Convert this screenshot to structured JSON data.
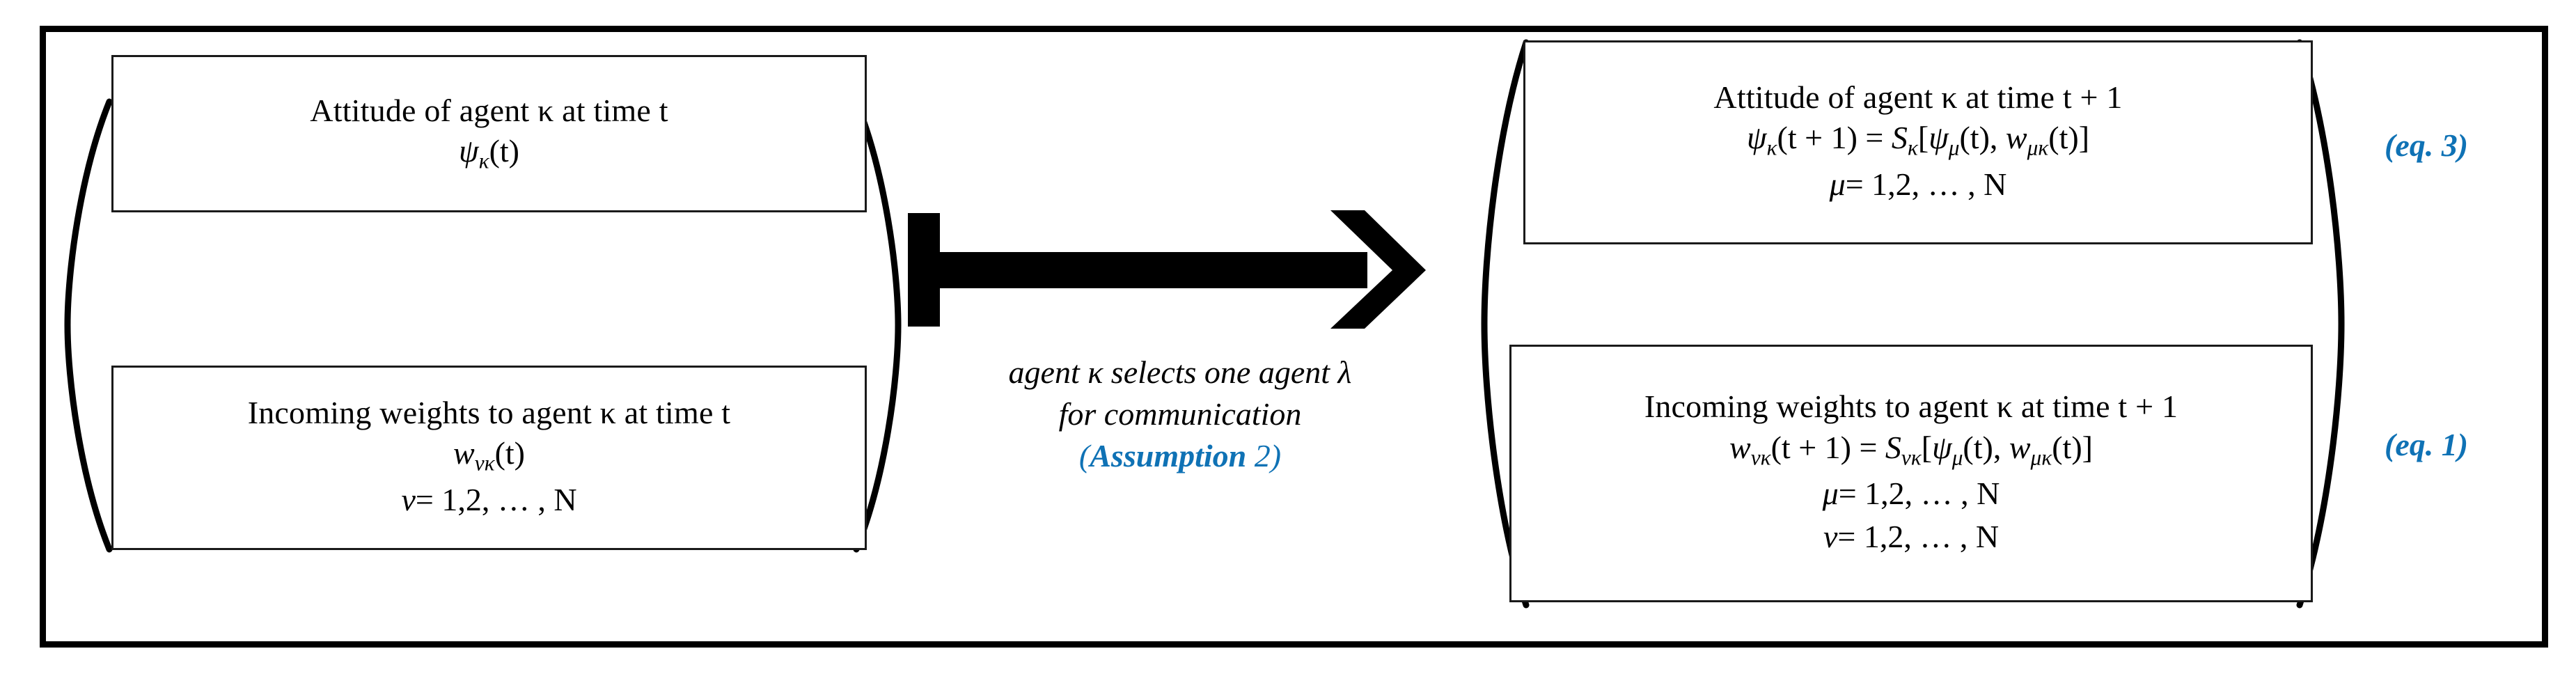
{
  "figure": {
    "type": "state-transition-diagram",
    "accent_color": "#0f72b5",
    "frame_color": "#000000",
    "box_border_color": "#1a1a1a"
  },
  "left_group": {
    "label": "state-at-time-t",
    "attitude_box": {
      "title": "Attitude of agent κ at time t",
      "symbol_psi": "ψ",
      "symbol_psi_sub": "κ",
      "symbol_psi_arg": "(t)"
    },
    "weights_box": {
      "title": "Incoming weights to agent κ at time t",
      "symbol_w": "w",
      "symbol_w_sub": "νκ",
      "symbol_w_arg": "(t)",
      "index_range": "ν = 1,2, … , N",
      "index_symbol": "ν",
      "index_values": "= 1,2, … , N"
    }
  },
  "transition": {
    "arrow_name": "bar-to-arrow",
    "caption_line1": "agent κ selects one agent λ",
    "caption_line2": "for communication",
    "caption_line3_open": "(",
    "caption_line3_bold": "Assumption",
    "caption_line3_number": " 2",
    "caption_line3_close": ")"
  },
  "right_group": {
    "label": "state-at-time-t-plus-1",
    "attitude_box": {
      "title": "Attitude of agent κ at time t + 1",
      "equation_lhs_sym": "ψ",
      "equation_lhs_sub": "κ",
      "equation_lhs_arg": "(t + 1)",
      "equation_eq": " = ",
      "equation_S": "S",
      "equation_S_sub": "κ",
      "equation_open": "[",
      "equation_psi": "ψ",
      "equation_psi_sub": "μ",
      "equation_psi_arg": "(t)",
      "equation_comma": ", ",
      "equation_w": "w",
      "equation_w_sub": "μκ",
      "equation_w_arg": "(t)",
      "equation_close": "]",
      "index_mu_symbol": "μ",
      "index_mu_values": "= 1,2, … , N"
    },
    "weights_box": {
      "title": "Incoming weights to agent κ at time t + 1",
      "equation_lhs_sym": "w",
      "equation_lhs_sub": "νκ",
      "equation_lhs_arg": "(t + 1)",
      "equation_eq": " = ",
      "equation_S": "S",
      "equation_S_sub": "νκ",
      "equation_open": "[",
      "equation_psi": "ψ",
      "equation_psi_sub": "μ",
      "equation_psi_arg": "(t)",
      "equation_comma": ", ",
      "equation_w": "w",
      "equation_w_sub": "μκ",
      "equation_w_arg": "(t)",
      "equation_close": "]",
      "index_mu_symbol": "μ",
      "index_mu_values": "= 1,2, … , N",
      "index_nu_symbol": "ν",
      "index_nu_values": "= 1,2, … , N"
    }
  },
  "equation_labels": {
    "eq3_open": "(",
    "eq3_text": "eq.",
    "eq3_number": " 3",
    "eq3_close": ")",
    "eq1_open": "(",
    "eq1_text": "eq.",
    "eq1_number": " 1",
    "eq1_close": ")"
  }
}
